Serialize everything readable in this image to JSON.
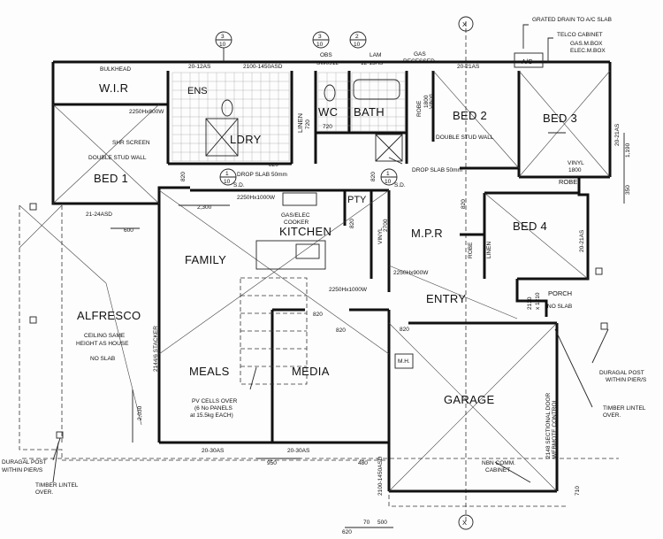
{
  "rooms": {
    "wir": "W.I.R",
    "ens": "ENS",
    "ldry": "LDRY",
    "linen_top": "LINEN",
    "wc": "WC",
    "bath": "BATH",
    "robe_bath": "ROBE",
    "bed2": "BED 2",
    "bed3": "BED 3",
    "bed1": "BED 1",
    "pty": "PTY",
    "kitchen": "KITCHEN",
    "family": "FAMILY",
    "mpr": "M.P.R",
    "bed4": "BED 4",
    "robe_bed4_a": "ROBE",
    "linen_bed4": "LINEN",
    "robe_bed3": "ROBE",
    "alfresco": "ALFRESCO",
    "entry": "ENTRY",
    "porch": "PORCH",
    "meals": "MEALS",
    "media": "MEDIA",
    "garage": "GARAGE",
    "mh": "M.H."
  },
  "notes": {
    "bulkhead": "BULKHEAD",
    "ac": "A/C",
    "grated_drain": "GRATED DRAIN TO A/C SLAB",
    "telco": "TELCO CABINET",
    "gas_box": "GAS.M.BOX",
    "elec_box": "ELEC.M.BOX",
    "shr_screen": "SHR SCREEN",
    "double_stud_1": "DOUBLE STUD WALL",
    "double_stud_2": "DOUBLE STUD WALL",
    "drop_slab_1": "DROP SLAB 50mm",
    "drop_slab_2": "DROP SLAB 50mm",
    "gas_cooker_1": "GAS/ELEC",
    "gas_cooker_2": "COOKER",
    "alfresco_1": "CEILING SAME",
    "alfresco_2": "HEIGHT AS HOUSE",
    "no_slab_1": "NO SLAB",
    "no_slab_2": "NO SLAB",
    "pv_1": "PV CELLS OVER",
    "pv_2": "(6 No PANELS",
    "pv_3": "at 15.5kg EACH)",
    "duragal_r1": "DURAGAL POST",
    "duragal_r2": "WITHIN PIER/S",
    "timber_r1": "TIMBER LINTEL",
    "timber_r2": "OVER.",
    "duragal_l1": "DURAGAL POST",
    "duragal_l2": "WITHIN PIER/S",
    "timber_l1": "TIMBER LINTEL",
    "timber_l2": "OVER.",
    "nbn_1": "NBN COMM.",
    "nbn_2": "CABINET",
    "gas_recessed_1": "GAS",
    "gas_recessed_2": "RECESSED",
    "obs": "OBS",
    "sd_1": "S.D.",
    "sd_2": "S.D.",
    "vinyl_top": "VINYL",
    "vinyl_bed3": "VINYL",
    "vinyl_kit": "VINYL",
    "stacker": "2144/6 STACKER",
    "garage_door": "2148 SECTIONAL DOOR",
    "garage_door_2": "WEBMOTE CONTROL"
  },
  "dims": {
    "d_20_12as": "20-12AS",
    "d_2100": "2100-1450ASD",
    "d_sw0912": "SW0912",
    "d_lam": "LAM",
    "d_12_15as": "12-15AS",
    "d_20_21as_top": "20-21AS",
    "d_2250_800": "2250Hx800W",
    "d_21_24asd": "21-24ASD",
    "d_600": "600",
    "d_2300": "2,300",
    "d_2250_1000": "2250Hx1000W",
    "d_2250_900": "2250Hx900W",
    "d_2250_1000b": "2250Hx1000W",
    "d_820_a": "820",
    "d_820_b": "820",
    "d_820_c": "820",
    "d_820_d": "820",
    "d_820_e": "820",
    "d_820_f": "820",
    "d_820_g": "820",
    "d_820_h": "820",
    "d_720_a": "720",
    "d_720_b": "720",
    "d_1800_a": "1800",
    "d_1800_b": "1800",
    "d_2700": "2700",
    "d_1190": "1,190",
    "d_350": "350",
    "d_20_21as_r": "20-21AS",
    "d_2130": "2130",
    "d_1210": "x 1210",
    "d_2030": "2,030",
    "d_20_30as_a": "20-30AS",
    "d_20_30as_b": "20-30AS",
    "d_950": "950",
    "d_480": "480",
    "d_2100_1450": "2100-1450ASD",
    "d_620": "620",
    "d_70": "70",
    "d_500": "500",
    "d_710": "710",
    "d_2100b": "2100"
  },
  "markers": {
    "sec_top_a_num": "3",
    "sec_top_a_den": "10",
    "sec_top_b_num": "3",
    "sec_top_b_den": "10",
    "sec_top_c_num": "2",
    "sec_top_c_den": "10",
    "sec_bot_a_num": "1",
    "sec_bot_a_den": "10",
    "sec_bot_b_num": "1",
    "sec_bot_b_den": "10",
    "grid_x": "X"
  }
}
